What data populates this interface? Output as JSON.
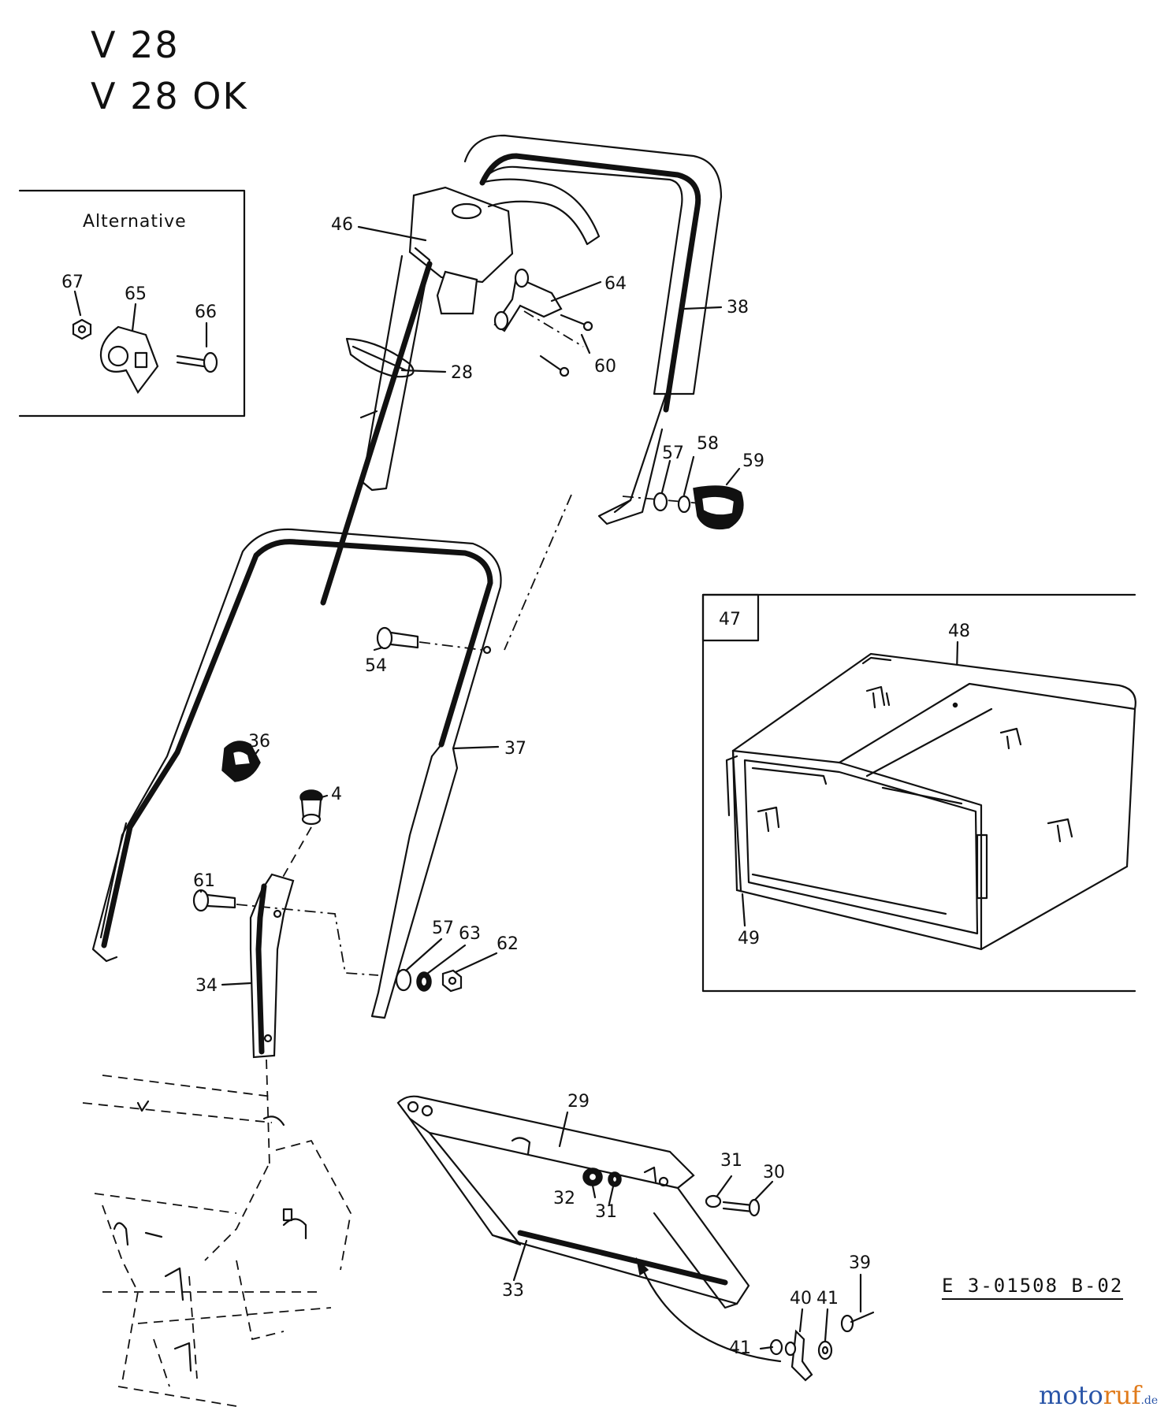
{
  "models": [
    "V 28",
    "V 28 OK"
  ],
  "inset_alternative": {
    "title": "Alternative",
    "callouts": [
      "67",
      "65",
      "66"
    ]
  },
  "inset_grass_catcher": {
    "box_number": "47",
    "callouts": [
      "48",
      "49"
    ]
  },
  "callouts": [
    "46",
    "64",
    "38",
    "60",
    "28",
    "57",
    "58",
    "59",
    "54",
    "36",
    "37",
    "4",
    "61",
    "57",
    "63",
    "62",
    "34",
    "29",
    "31",
    "30",
    "32",
    "31",
    "33",
    "40",
    "41",
    "39",
    "41"
  ],
  "drawing_code": "E 3-01508 B-02",
  "watermark": {
    "part1": "moto",
    "part2": "ruf",
    "part3": ".de"
  }
}
